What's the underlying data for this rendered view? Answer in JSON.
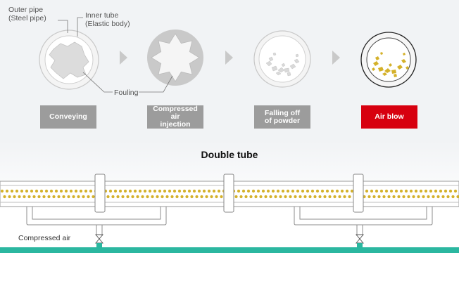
{
  "labels": {
    "outer_pipe": "Outer pipe",
    "outer_pipe_sub": "(Steel pipe)",
    "inner_tube": "Inner tube",
    "inner_tube_sub": "(Elastic body)",
    "fouling": "Fouling",
    "compressed_air": "Compressed air"
  },
  "steps": [
    {
      "line1": "Conveying",
      "line2": ""
    },
    {
      "line1": "Compressed air",
      "line2": "injection"
    },
    {
      "line1": "Falling off",
      "line2": "of powder"
    },
    {
      "line1": "Air blow",
      "line2": ""
    }
  ],
  "section_title": "Double tube",
  "colors": {
    "step_gray": "#9c9c9c",
    "step_active": "#d7000f",
    "powder": "#d4b12a",
    "air_line": "#2bb7a0"
  },
  "icons": [
    "chevron-right-icon",
    "pipe-cross-section-icon",
    "valve-icon"
  ]
}
